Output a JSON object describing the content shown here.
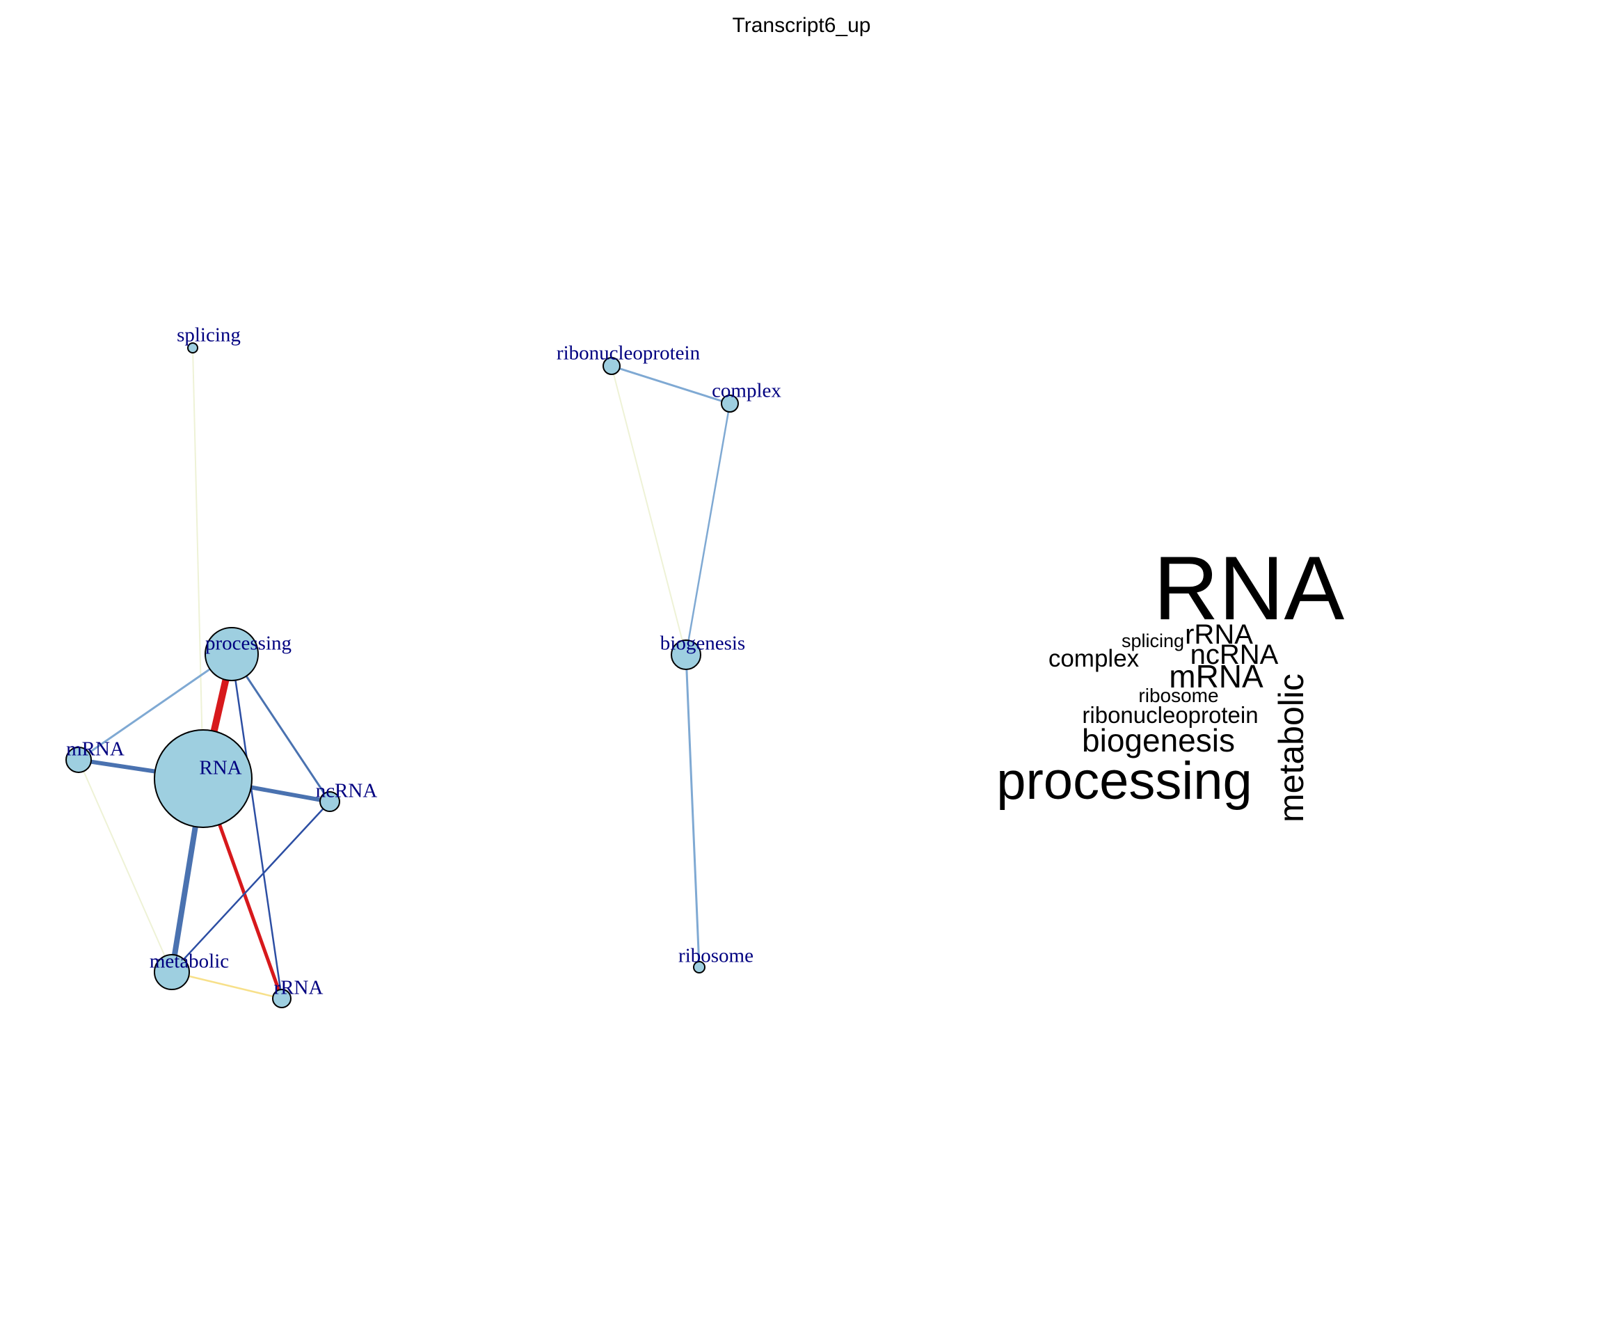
{
  "figure": {
    "title": "Transcript6_up"
  },
  "network": {
    "colors": {
      "node_fill": "#9ecfe0",
      "node_stroke": "#000000",
      "label": "#000080",
      "edge_strong": "#d7191c",
      "edge_blue_dark": "#2c4ea3",
      "edge_blue_mid": "#4a72b0",
      "edge_blue_light": "#7fa9d3",
      "edge_pale": "#eef2d6",
      "edge_yellow": "#f7e08a"
    },
    "nodes": [
      {
        "id": "splicing",
        "label": "splicing"
      },
      {
        "id": "processing",
        "label": "processing"
      },
      {
        "id": "RNA",
        "label": "RNA"
      },
      {
        "id": "mRNA",
        "label": "mRNA"
      },
      {
        "id": "ncRNA",
        "label": "ncRNA"
      },
      {
        "id": "metabolic",
        "label": "metabolic"
      },
      {
        "id": "rRNA",
        "label": "rRNA"
      },
      {
        "id": "ribonucleoprotein",
        "label": "ribonucleoprotein"
      },
      {
        "id": "complex",
        "label": "complex"
      },
      {
        "id": "biogenesis",
        "label": "biogenesis"
      },
      {
        "id": "ribosome",
        "label": "ribosome"
      }
    ],
    "edges": [
      {
        "source": "splicing",
        "target": "RNA",
        "color": "edge_pale"
      },
      {
        "source": "processing",
        "target": "RNA",
        "color": "edge_strong"
      },
      {
        "source": "RNA",
        "target": "rRNA",
        "color": "edge_strong"
      },
      {
        "source": "RNA",
        "target": "mRNA",
        "color": "edge_blue_mid"
      },
      {
        "source": "RNA",
        "target": "ncRNA",
        "color": "edge_blue_mid"
      },
      {
        "source": "RNA",
        "target": "metabolic",
        "color": "edge_blue_mid"
      },
      {
        "source": "processing",
        "target": "mRNA",
        "color": "edge_blue_light"
      },
      {
        "source": "processing",
        "target": "ncRNA",
        "color": "edge_blue_mid"
      },
      {
        "source": "processing",
        "target": "rRNA",
        "color": "edge_blue_dark"
      },
      {
        "source": "ncRNA",
        "target": "metabolic",
        "color": "edge_blue_dark"
      },
      {
        "source": "mRNA",
        "target": "metabolic",
        "color": "edge_pale"
      },
      {
        "source": "metabolic",
        "target": "rRNA",
        "color": "edge_yellow"
      },
      {
        "source": "ribonucleoprotein",
        "target": "complex",
        "color": "edge_blue_light"
      },
      {
        "source": "ribonucleoprotein",
        "target": "biogenesis",
        "color": "edge_pale"
      },
      {
        "source": "complex",
        "target": "biogenesis",
        "color": "edge_blue_light"
      },
      {
        "source": "biogenesis",
        "target": "ribosome",
        "color": "edge_blue_light"
      }
    ]
  },
  "word_cloud": {
    "words": [
      {
        "text": "RNA"
      },
      {
        "text": "splicing"
      },
      {
        "text": "rRNA"
      },
      {
        "text": "complex"
      },
      {
        "text": "ncRNA"
      },
      {
        "text": "mRNA"
      },
      {
        "text": "ribosome"
      },
      {
        "text": "ribonucleoprotein"
      },
      {
        "text": "biogenesis"
      },
      {
        "text": "processing"
      },
      {
        "text": "metabolic"
      }
    ]
  }
}
